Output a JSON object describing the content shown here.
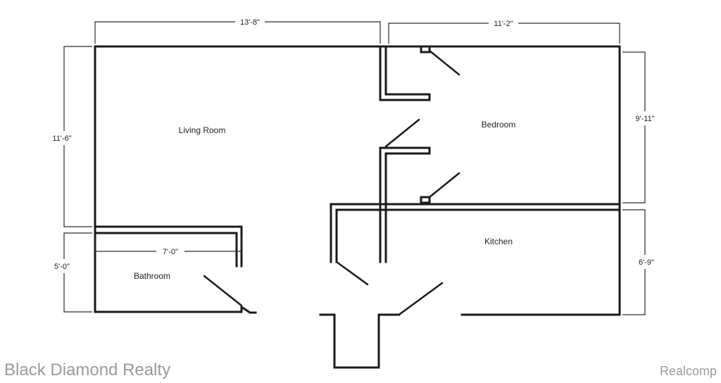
{
  "rooms": {
    "living_room": "Living Room",
    "bedroom": "Bedroom",
    "kitchen": "Kitchen",
    "bathroom": "Bathroom"
  },
  "dimensions": {
    "living_width": "13'-8\"",
    "bedroom_width": "11'-2\"",
    "living_height": "11'-6\"",
    "bedroom_height": "9'-11\"",
    "kitchen_height": "6'-9\"",
    "bath_width": "7'-0\"",
    "bath_height": "5'-0\""
  },
  "watermarks": {
    "brand": "Black Diamond Realty",
    "source": "Realcomp"
  }
}
